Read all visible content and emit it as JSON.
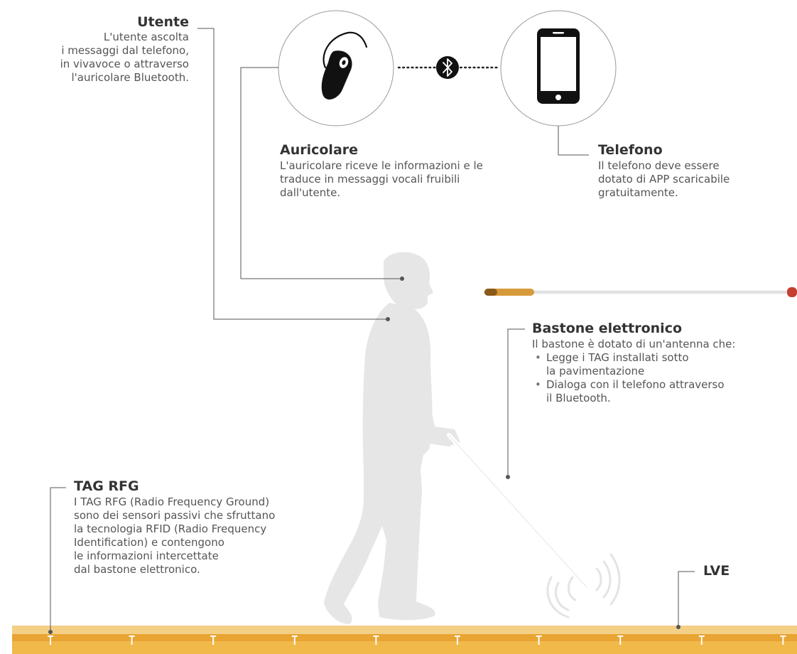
{
  "utente": {
    "title": "Utente",
    "text": "L'utente ascolta\ni messaggi dal telefono,\nin vivavoce o attraverso\nl'auricolare Bluetooth."
  },
  "auricolare": {
    "title": "Auricolare",
    "text": "L'auricolare riceve le informazioni e le\ntraduce in messaggi vocali fruibili\ndall'utente."
  },
  "telefono": {
    "title": "Telefono",
    "text": "Il telefono deve essere\ndotato di APP scaricabile\ngratuitamente."
  },
  "bastone": {
    "title": "Bastone elettronico",
    "intro": "Il bastone è dotato di un'antenna che:",
    "bullets": [
      "Legge i TAG installati sotto\nla pavimentazione",
      "Dialoga con il telefono attraverso\nil Bluetooth."
    ]
  },
  "tag": {
    "title": "TAG RFG",
    "text": "I TAG RFG (Radio Frequency Ground)\nsono dei sensori passivi che sfruttano\nla tecnologia RFID (Radio Frequency\nIdentification) e contengono\nle informazioni intercettate\ndal bastone elettronico."
  },
  "lve": {
    "title": "LVE"
  },
  "colors": {
    "floor_light": "#f4cf86",
    "floor_main": "#e8a534",
    "floor_dark": "#d68a12",
    "silhouette": "#e6e6e6",
    "connector": "#555555",
    "circle_stroke": "#9a9a9a",
    "icon": "#111111"
  },
  "icons": [
    "earpiece-icon",
    "bluetooth-icon",
    "smartphone-icon",
    "cane-image",
    "person-silhouette",
    "signal-waves-icon"
  ]
}
